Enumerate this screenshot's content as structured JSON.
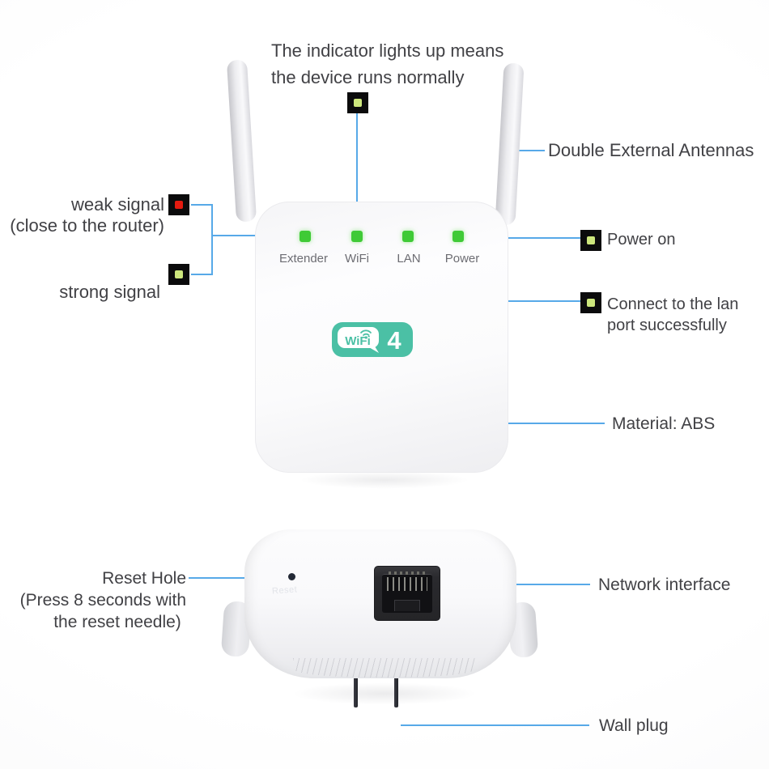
{
  "annotations": {
    "indicator": {
      "line1": "The indicator lights up means",
      "line2": "the device runs normally"
    },
    "antennas_label": "Double External Antennas",
    "weak_signal": {
      "line1": "weak signal",
      "line2": "(close to the router)"
    },
    "strong_signal": "strong signal",
    "power_on": "Power on",
    "lan_connect": {
      "line1": "Connect to the lan",
      "line2": "port successfully"
    },
    "material": "Material: ABS",
    "reset": {
      "line1": "Reset Hole",
      "line2": "(Press 8 seconds with",
      "line3": "the reset needle)"
    },
    "network_interface": "Network interface",
    "wall_plug": "Wall plug"
  },
  "device_front": {
    "leds": [
      {
        "label": "Extender",
        "state": "green"
      },
      {
        "label": "WiFi",
        "state": "green"
      },
      {
        "label": "LAN",
        "state": "green"
      },
      {
        "label": "Power",
        "state": "green"
      }
    ],
    "logo": {
      "wifi": "WiFi",
      "number": "4"
    }
  },
  "device_bottom": {
    "reset_label": "Reset"
  },
  "colors": {
    "callout_line": "#57a9e8",
    "led_green": "#3fca36",
    "dot_green": "#cde77d",
    "dot_red": "#e41a0f",
    "logo_teal": "#4bc0a5",
    "text_dark": "#414145"
  }
}
